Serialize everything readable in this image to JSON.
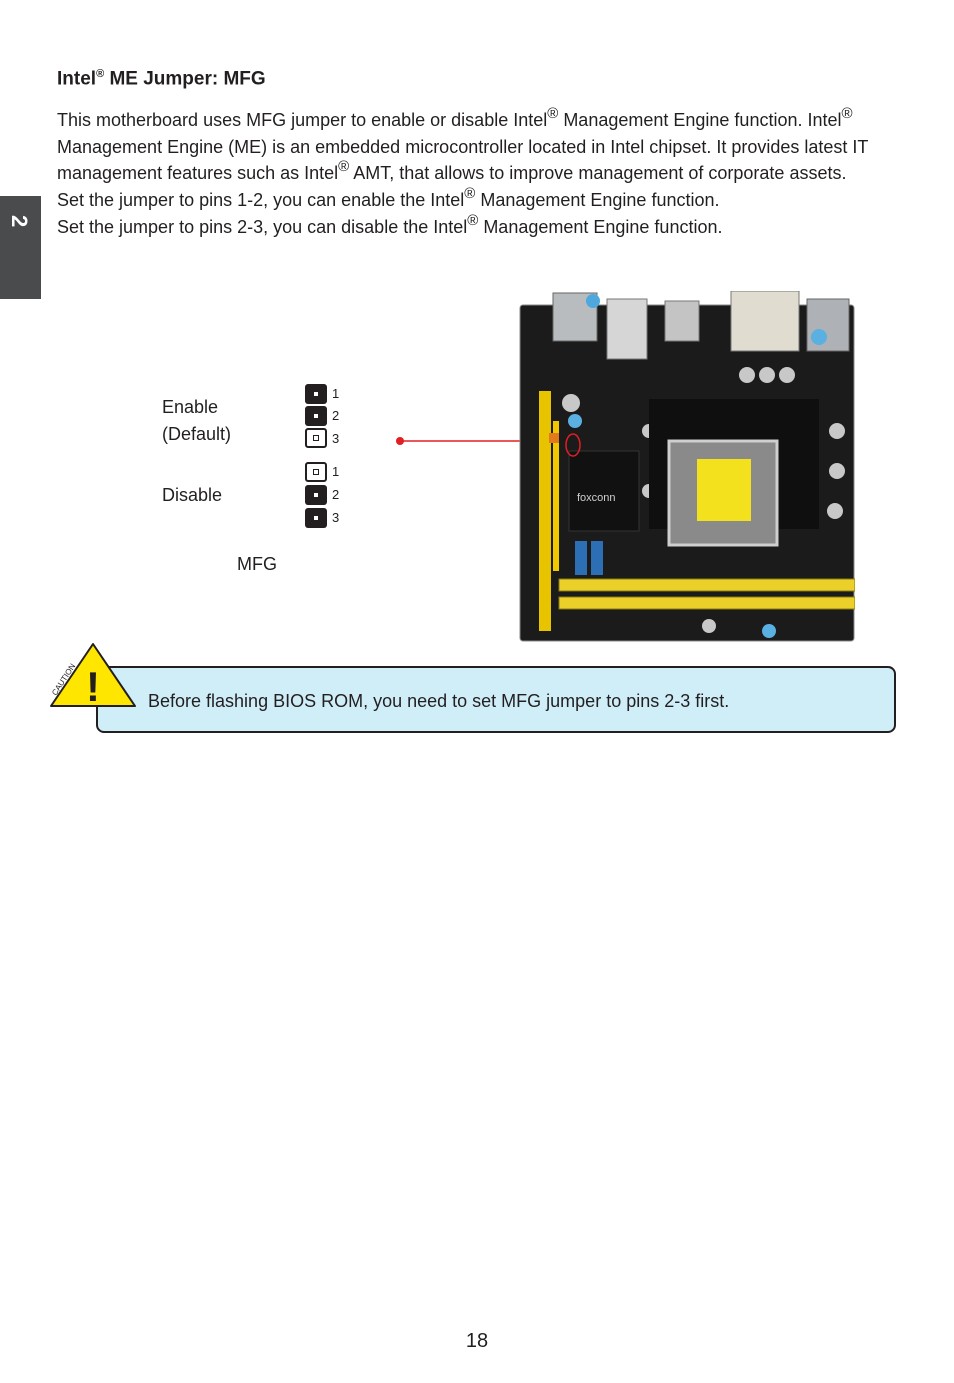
{
  "chapter": {
    "number": "2"
  },
  "section": {
    "title_prefix": "Intel",
    "title_reg": "®",
    "title_rest": " ME Jumper: MFG"
  },
  "body": {
    "p1_a": "This motherboard uses MFG jumper to enable or disable Intel",
    "p1_b": " Management Engine function. Intel",
    "p1_c": " Management Engine (ME) is an embedded microcontroller located in Intel chipset. It provides latest IT management features such as Intel",
    "p1_d": " AMT, that allows to improve management of corporate assets.",
    "p2_a": "Set the jumper to pins 1-2, you can enable the Intel",
    "p2_b": " Management Engine function.",
    "p3_a": "Set the jumper to pins 2-3, you can disable the Intel",
    "p3_b": " Management Engine function.",
    "reg": "®"
  },
  "jumper": {
    "enable_label": "Enable",
    "default_label": "(Default)",
    "disable_label": "Disable",
    "name": "MFG",
    "pins": [
      "1",
      "2",
      "3"
    ]
  },
  "motherboard": {
    "brand": "foxconn"
  },
  "caution": {
    "badge": "CAUTION",
    "mark": "!",
    "message": "Before flashing BIOS ROM, you need to set MFG jumper to pins 2-3 first."
  },
  "page": {
    "number": "18"
  },
  "colors": {
    "tab": "#4a4b4d",
    "caution_fill": "#cfeef8",
    "warning_yellow": "#ffe600",
    "pointer_red": "#e31e24"
  }
}
